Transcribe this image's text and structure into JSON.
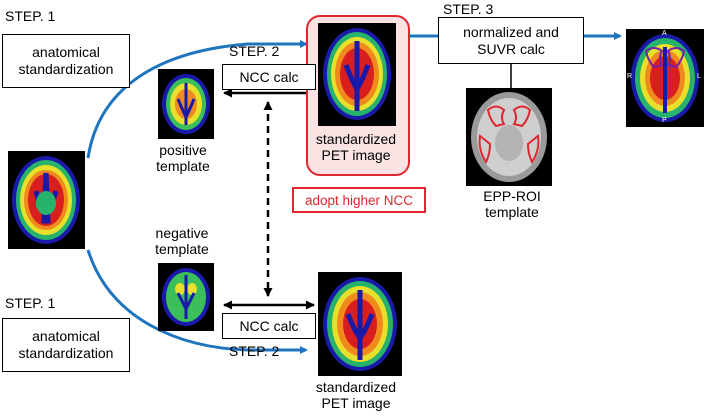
{
  "step1_top": "STEP. 1",
  "step1_bottom": "STEP. 1",
  "step2_top": "STEP. 2",
  "step2_bottom": "STEP. 2",
  "step3": "STEP. 3",
  "anat_top": [
    "anatomical",
    "standardization"
  ],
  "anat_bottom": [
    "anatomical",
    "standardization"
  ],
  "ncc_top": "NCC calc",
  "ncc_bottom": "NCC calc",
  "positive_template": [
    "positive",
    "template"
  ],
  "negative_template": [
    "negative",
    "template"
  ],
  "standardized_top": [
    "standardized",
    "PET image"
  ],
  "standardized_bottom": [
    "standardized",
    "PET image"
  ],
  "adopt": "adopt higher NCC",
  "normalized": [
    "normalized and",
    "SUVR calc"
  ],
  "epp": [
    "EPP-ROI",
    "template"
  ],
  "orient": {
    "a": "A",
    "p": "P",
    "r": "R",
    "l": "L"
  },
  "colors": {
    "arrow_blue": "#1f74bf",
    "highlight_red": "#e0262e",
    "highlight_fill": "#fbe3e3"
  }
}
